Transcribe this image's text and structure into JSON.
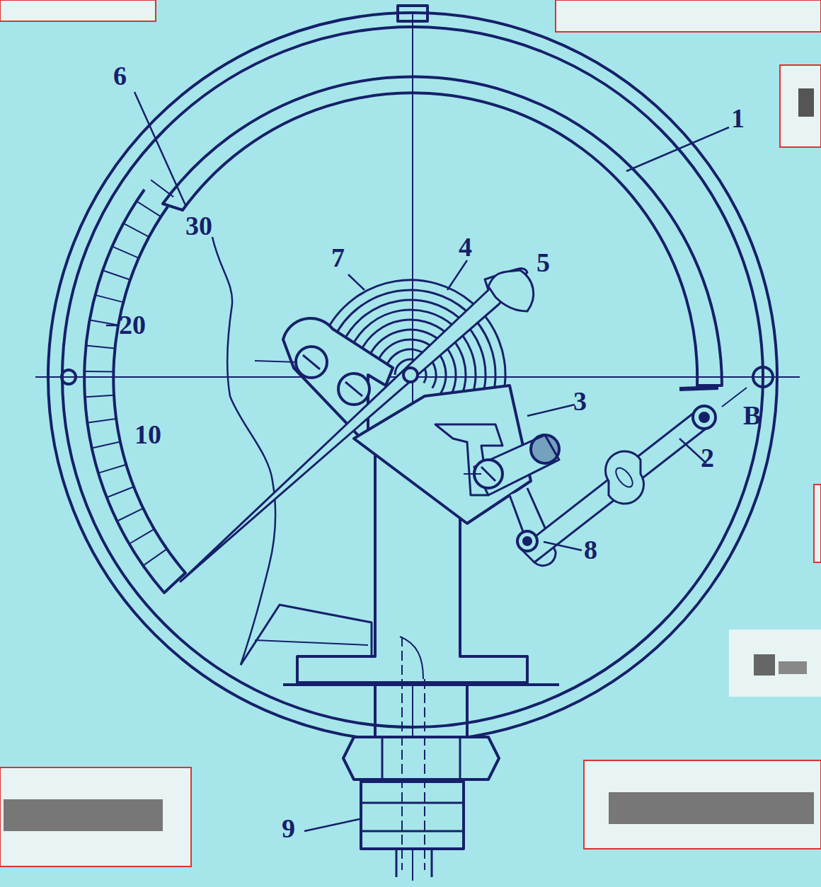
{
  "diagram": {
    "labels": [
      "6",
      "1",
      "30",
      "7",
      "4",
      "5",
      "20",
      "3",
      "B",
      "2",
      "10",
      "8",
      "9"
    ]
  }
}
